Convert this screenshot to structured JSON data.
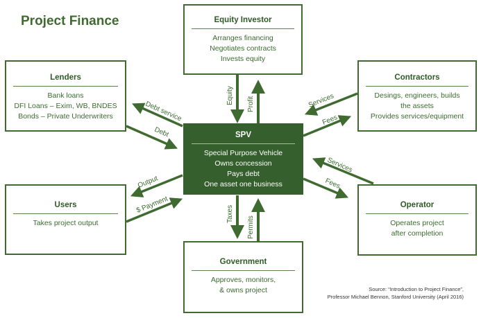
{
  "title": "Project Finance",
  "nodes": {
    "equity_investor": {
      "heading": "Equity Investor",
      "lines": [
        "Arranges financing",
        "Negotiates contracts",
        "Invests equity"
      ]
    },
    "lenders": {
      "heading": "Lenders",
      "lines": [
        "Bank loans",
        "DFI Loans – Exim, WB, BNDES",
        "Bonds – Private Underwriters"
      ]
    },
    "contractors": {
      "heading": "Contractors",
      "lines": [
        "Desings, engineers, builds",
        "the assets",
        "Provides services/equipment"
      ]
    },
    "spv": {
      "heading": "SPV",
      "lines": [
        "Special Purpose Vehicle",
        "Owns concession",
        "Pays debt",
        "One asset one business"
      ]
    },
    "users": {
      "heading": "Users",
      "lines": [
        "Takes project output"
      ]
    },
    "operator": {
      "heading": "Operator",
      "lines": [
        "Operates project",
        "after completion"
      ]
    },
    "government": {
      "heading": "Government",
      "lines": [
        "Approves, monitors,",
        "& owns project"
      ]
    }
  },
  "flows": {
    "equity": "Equity",
    "profit": "Profit",
    "debt_service": "Debt service",
    "debt": "Debt",
    "contractor_services": "Services",
    "contractor_fees": "Fees",
    "operator_services": "Services",
    "operator_fees": "Fees",
    "output": "Output",
    "payment": "$ Payment",
    "taxes": "Taxes",
    "permits": "Permits"
  },
  "source": {
    "line1": "Source: “Introduction to Project Finance”,",
    "line2": "Professor Michael Bennon, Stanford University (April 2016)"
  },
  "colors": {
    "primary_green": "#3f6b31",
    "spv_fill": "#355f2c"
  }
}
